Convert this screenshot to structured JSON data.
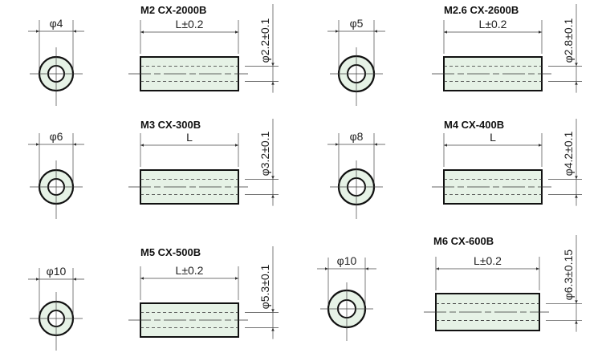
{
  "parts": [
    {
      "model": "M2 CX-2000B",
      "outer_dia": "φ4",
      "length": "L±0.2",
      "inner_dia": "φ2.2±0.1"
    },
    {
      "model": "M2.6 CX-2600B",
      "outer_dia": "φ5",
      "length": "L±0.2",
      "inner_dia": "φ2.8±0.1"
    },
    {
      "model": "M3 CX-300B",
      "outer_dia": "φ6",
      "length": "L",
      "inner_dia": "φ3.2±0.1"
    },
    {
      "model": "M4 CX-400B",
      "outer_dia": "φ8",
      "length": "L",
      "inner_dia": "φ4.2±0.1"
    },
    {
      "model": "M5 CX-500B",
      "outer_dia": "φ10",
      "length": "L±0.2",
      "inner_dia": "φ5.3±0.1"
    },
    {
      "model": "M6 CX-600B",
      "outer_dia": "φ10",
      "length": "L±0.2",
      "inner_dia": "φ6.3±0.15"
    }
  ],
  "colors": {
    "body_fill": "#e6f2e6",
    "outline": "#111111"
  }
}
